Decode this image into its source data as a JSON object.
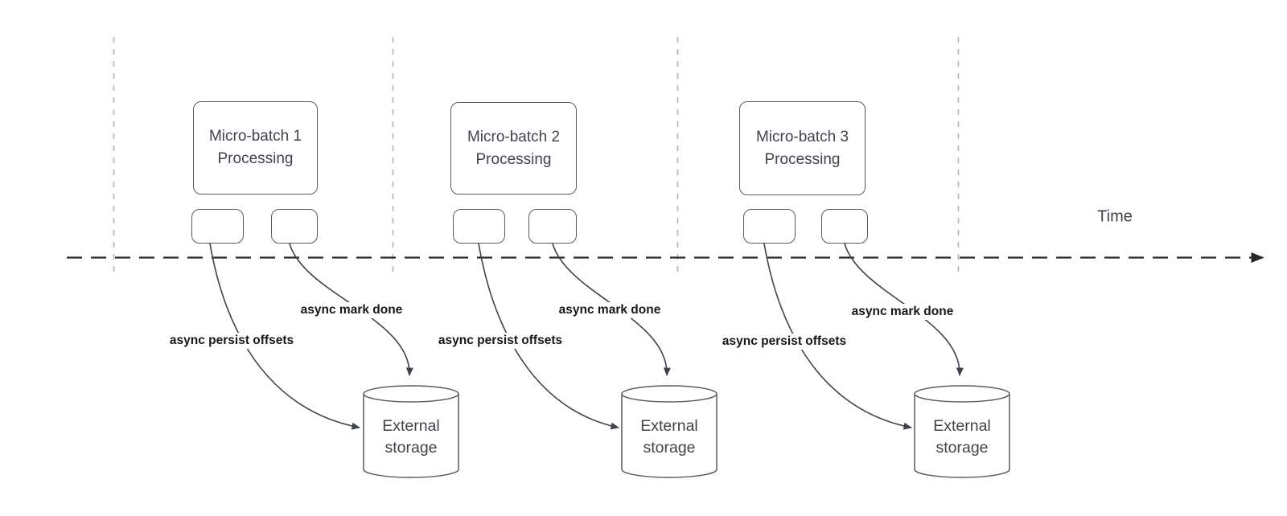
{
  "colors": {
    "background": "#ffffff",
    "box_border": "#565b63",
    "box_text": "#3f434b",
    "label_text": "#15171c",
    "curve": "#3d434e",
    "timeline": "#25262a",
    "gridline": "#b2b2b2"
  },
  "time_axis": {
    "label": "Time"
  },
  "groups": [
    {
      "batch_line1": "Micro-batch 1",
      "batch_line2": "Processing",
      "persist_label": "async persist offsets",
      "mark_label": "async mark done",
      "storage_line1": "External",
      "storage_line2": "storage"
    },
    {
      "batch_line1": "Micro-batch 2",
      "batch_line2": "Processing",
      "persist_label": "async persist offsets",
      "mark_label": "async mark done",
      "storage_line1": "External",
      "storage_line2": "storage"
    },
    {
      "batch_line1": "Micro-batch 3",
      "batch_line2": "Processing",
      "persist_label": "async persist offsets",
      "mark_label": "async mark done",
      "storage_line1": "External",
      "storage_line2": "storage"
    }
  ]
}
